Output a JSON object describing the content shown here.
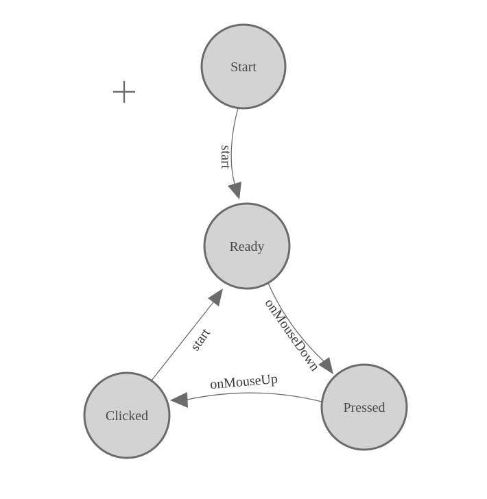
{
  "canvas": {
    "background": "#ffffff",
    "cursor_icon": "crosshair-plus"
  },
  "colors": {
    "node_fill": "#d3d3d3",
    "node_border": "#6b6b6b",
    "edge": "#6b6b6b",
    "arrowhead": "#6b6b6b",
    "node_text": "#4a4a4a",
    "edge_text": "#3c3c3c"
  },
  "nodes": [
    {
      "id": "start",
      "label": "Start"
    },
    {
      "id": "ready",
      "label": "Ready"
    },
    {
      "id": "clicked",
      "label": "Clicked"
    },
    {
      "id": "pressed",
      "label": "Pressed"
    }
  ],
  "edges": [
    {
      "id": "start-to-ready",
      "label": "start",
      "from": "Start",
      "to": "Ready"
    },
    {
      "id": "clicked-to-ready",
      "label": "start",
      "from": "Clicked",
      "to": "Ready"
    },
    {
      "id": "ready-to-pressed",
      "label": "onMouseDown",
      "from": "Ready",
      "to": "Pressed"
    },
    {
      "id": "pressed-to-clicked",
      "label": "onMouseUp",
      "from": "Pressed",
      "to": "Clicked"
    }
  ]
}
